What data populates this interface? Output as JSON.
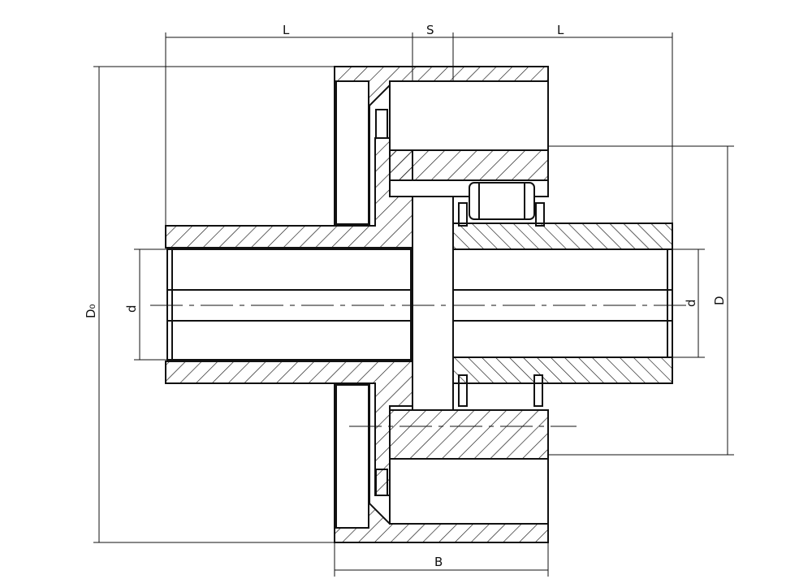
{
  "dimensions": {
    "L_left": "L",
    "S": "S",
    "L_right": "L",
    "D0": "D₀",
    "d_left": "d",
    "d_right": "d",
    "D": "D",
    "B": "B"
  },
  "colors": {
    "line": "#111111",
    "background": "#ffffff"
  }
}
